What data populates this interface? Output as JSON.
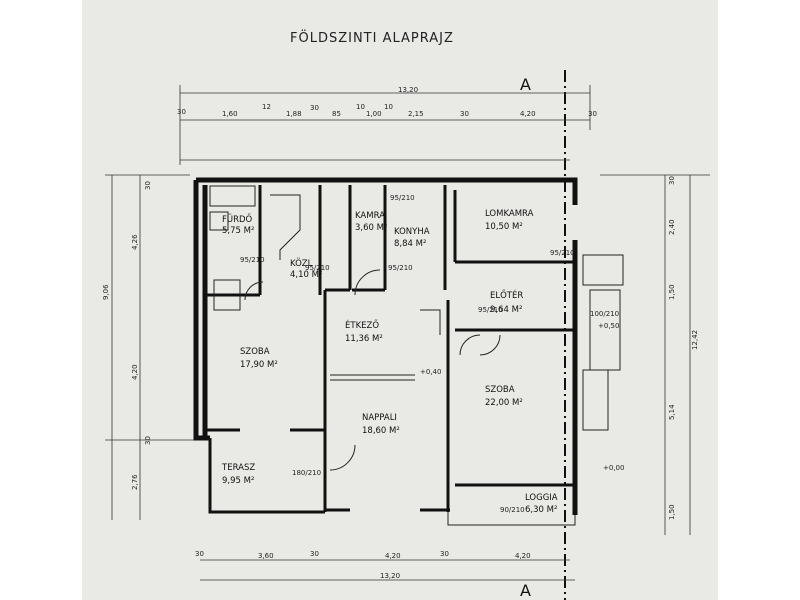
{
  "title": "FÖLDSZINTI ALAPRAJZ",
  "section_marker": "A",
  "rooms": [
    {
      "id": "furdo",
      "name": "FÜRDŐ",
      "area": "5,75 M²"
    },
    {
      "id": "kozl",
      "name": "KÖZL",
      "area": "4,10 M²"
    },
    {
      "id": "kamra",
      "name": "KAMRA",
      "area": "3,60 M²"
    },
    {
      "id": "konyha",
      "name": "KONYHA",
      "area": "8,84 M²"
    },
    {
      "id": "lomkamra",
      "name": "LOMKAMRA",
      "area": "10,50 M²"
    },
    {
      "id": "eloter",
      "name": "ELŐTÉR",
      "area": "9,64 M²"
    },
    {
      "id": "etkezo",
      "name": "ÉTKEZŐ",
      "area": "11,36 M²"
    },
    {
      "id": "szoba_left",
      "name": "SZOBA",
      "area": "17,90 M²"
    },
    {
      "id": "nappali",
      "name": "NAPPALI",
      "area": "18,60 M²"
    },
    {
      "id": "szoba_right",
      "name": "SZOBA",
      "area": "22,00 M²"
    },
    {
      "id": "terasz",
      "name": "TERASZ",
      "area": "9,95 M²"
    },
    {
      "id": "loggia",
      "name": "LOGGIA",
      "area": "6,30 M²"
    }
  ],
  "dimensions": {
    "top_total": "13,20",
    "top_segments": [
      "30",
      "1,60",
      "12",
      "1,88",
      "30",
      "85",
      "10",
      "1,00",
      "10",
      "2,15",
      "30",
      "4,20",
      "30"
    ],
    "bottom_total": "13,20",
    "bottom_segments": [
      "30",
      "3,60",
      "30",
      "4,20",
      "30",
      "4,20"
    ],
    "left_total": "9,06",
    "left_segments": [
      "30",
      "4,26",
      "4,20",
      "30",
      "2,76"
    ],
    "right_total": "12,42",
    "right_segments": [
      "30",
      "2,40",
      "1,50",
      "5,14",
      "1,50"
    ]
  },
  "openings": [
    "95/210",
    "95/210",
    "95/210",
    "95/210",
    "95/210",
    "95/210",
    "100/210",
    "180/210",
    "90/210"
  ],
  "levels": [
    "+0,40",
    "+0,00",
    "+0,50"
  ]
}
